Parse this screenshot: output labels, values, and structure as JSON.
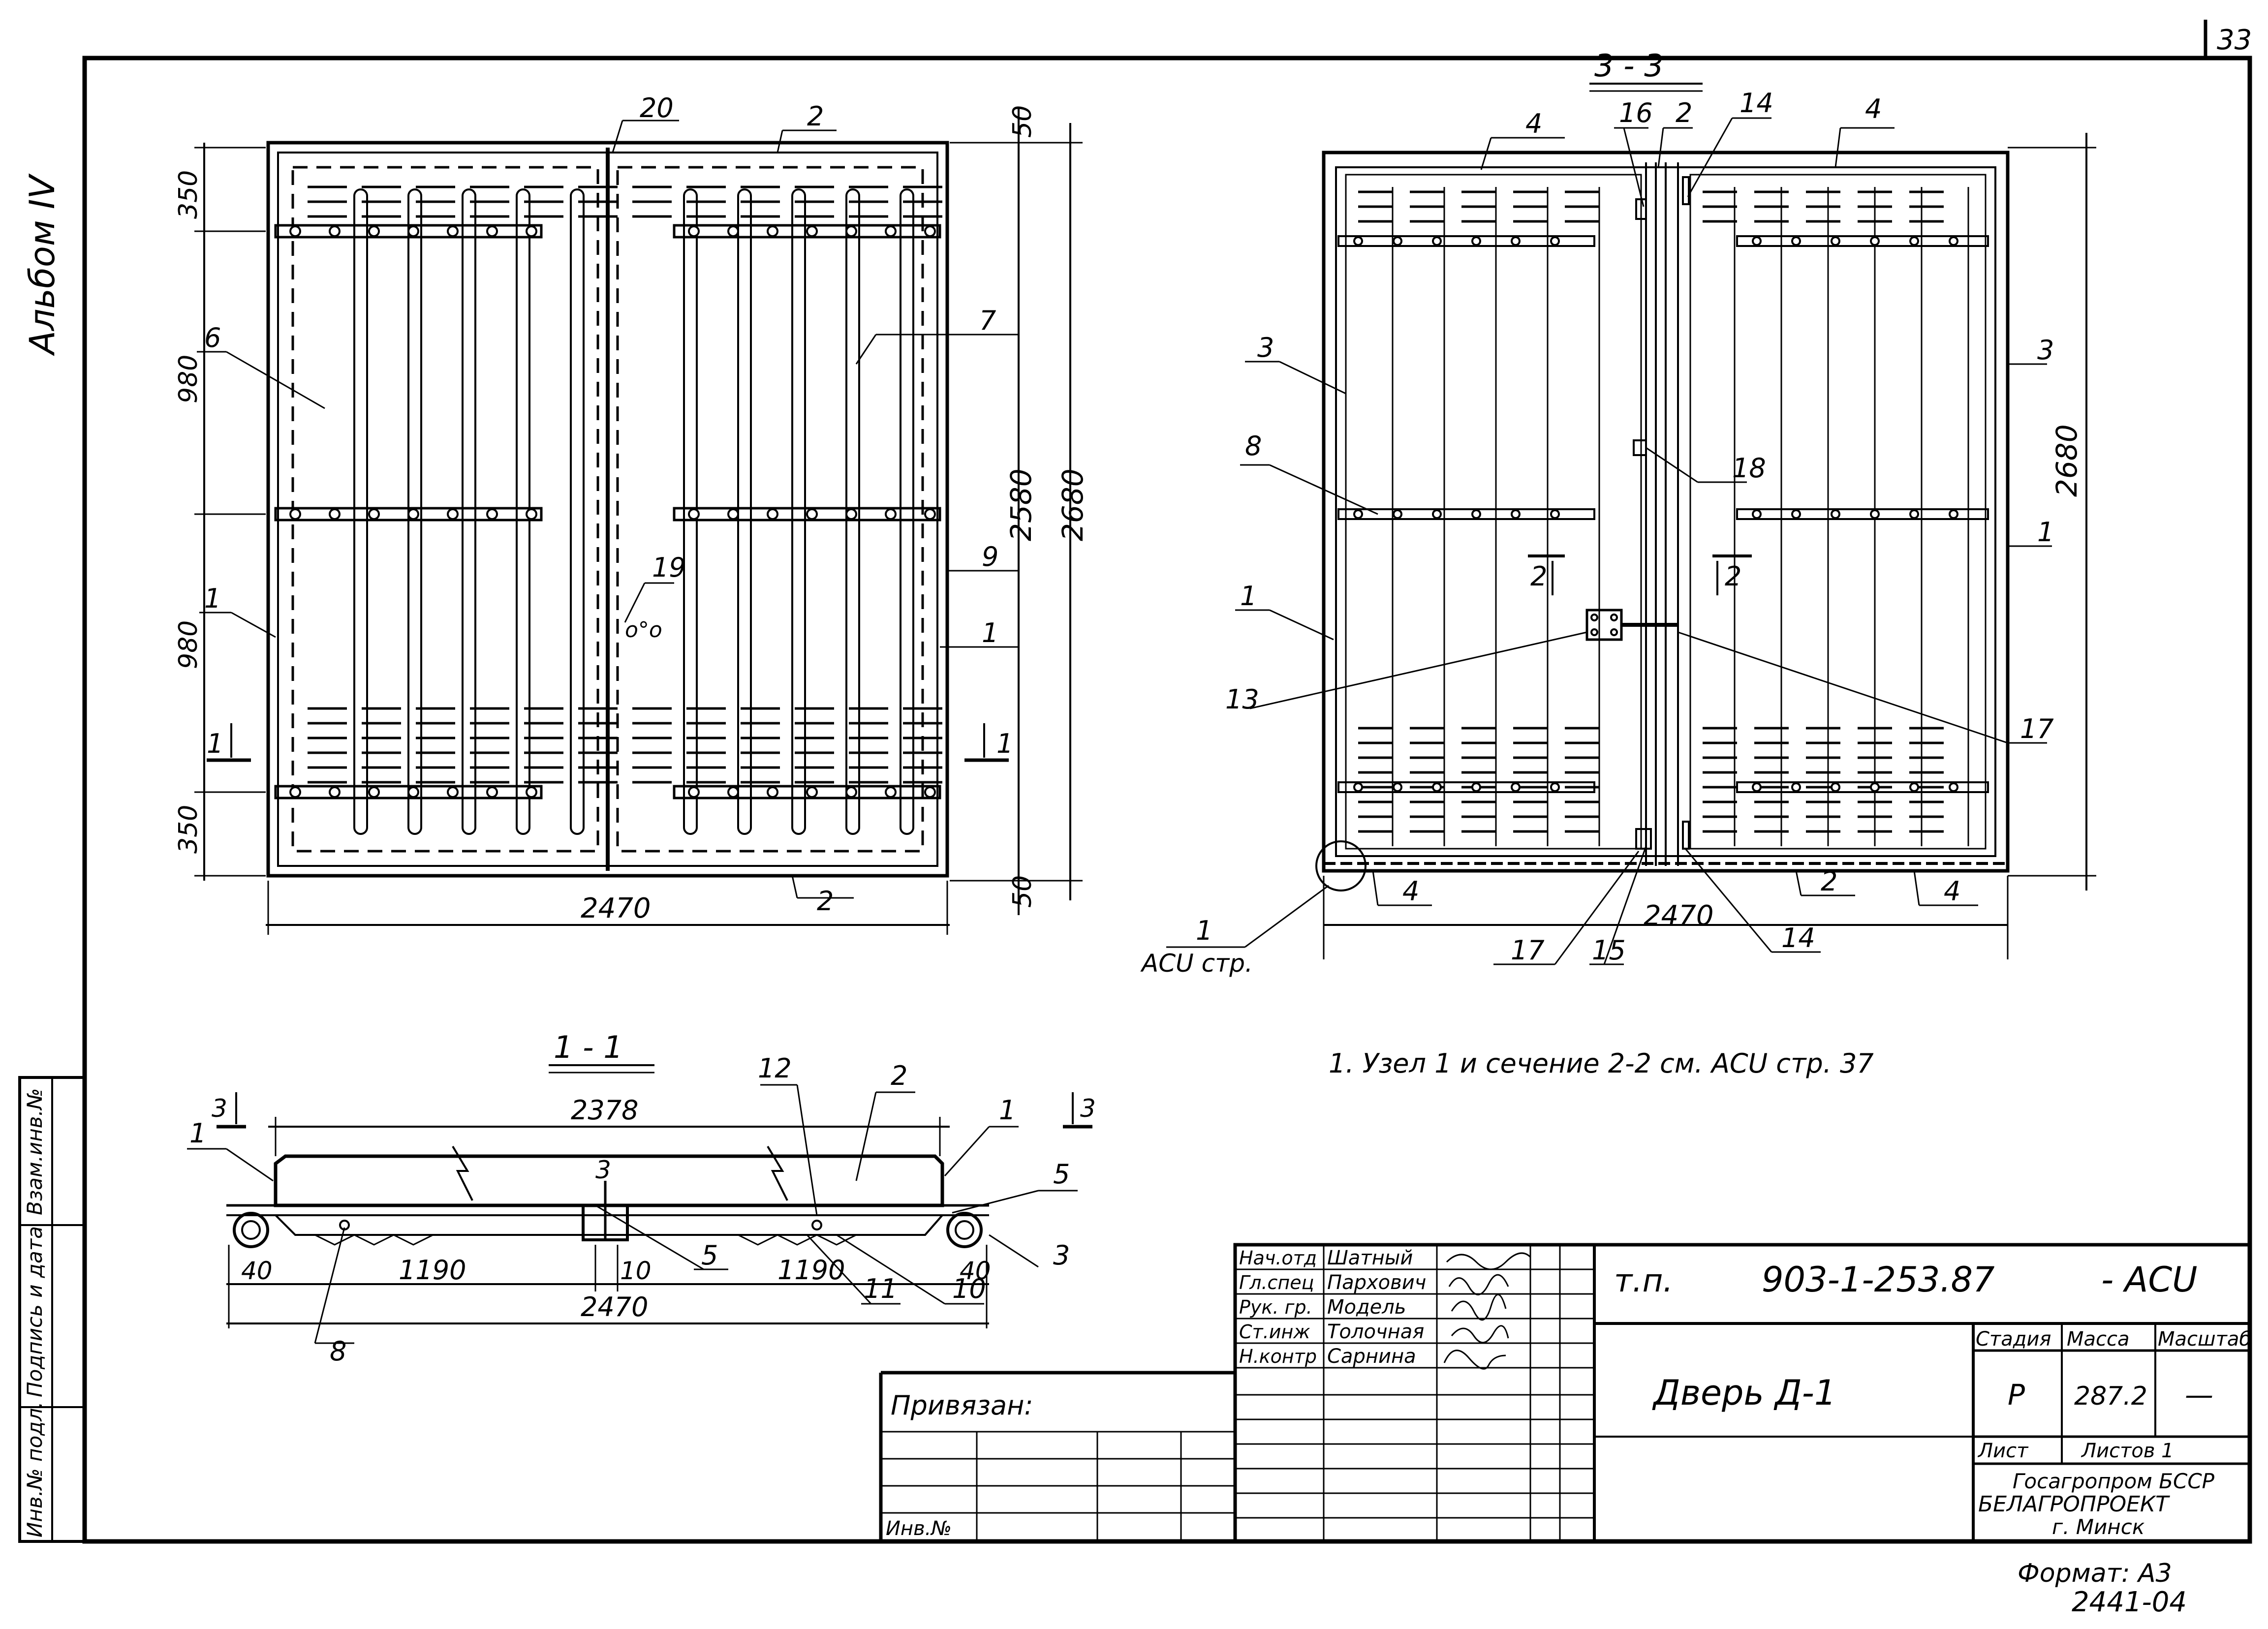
{
  "sheet_number": "33",
  "album": "Альбом IV",
  "view_main": {
    "dim_top": "50",
    "dim_350_top": "350",
    "dim_980_a": "980",
    "dim_980_b": "980",
    "dim_350_bottom": "350",
    "dim_bottom": "50",
    "dim_2580": "2580",
    "dim_2680": "2680",
    "dim_width": "2470",
    "labels": [
      "20",
      "2",
      "6",
      "7",
      "1",
      "9",
      "19",
      "1",
      "2"
    ],
    "section_mark": "1"
  },
  "view_33": {
    "title": "3 - 3",
    "labels": [
      "4",
      "16",
      "2",
      "14",
      "4",
      "3",
      "3",
      "8",
      "18",
      "1",
      "1",
      "2",
      "2",
      "13",
      "17",
      "4",
      "2",
      "4",
      "17",
      "15",
      "14"
    ],
    "dim_2680": "2680",
    "dim_width": "2470",
    "node_ref_1": "1",
    "node_ref_2": "АСU стр."
  },
  "section_11": {
    "title": "1 - 1",
    "dim_2378": "2378",
    "dim_1190_a": "1190",
    "dim_1190_b": "1190",
    "dim_40_a": "40",
    "dim_10": "10",
    "dim_40_b": "40",
    "dim_2470": "2470",
    "labels": [
      "1",
      "12",
      "2",
      "1",
      "5",
      "3",
      "5",
      "11",
      "10",
      "8",
      "3",
      "3",
      "3"
    ]
  },
  "note": "1. Узел 1 и сечение 2-2 см. АСU стр. 37",
  "title_block": {
    "roles": [
      "Нач.отд",
      "Гл.спец",
      "Рук. гр.",
      "Ст.инж",
      "Н.контр"
    ],
    "names": [
      "Шатный",
      "Пархович",
      "Модель",
      "Толочная",
      "Сарнина"
    ],
    "code_prefix": "т.п.",
    "code": "903-1-253.87",
    "code_suffix": "- АСU",
    "title": "Дверь Д-1",
    "col_headers": [
      "Стадия",
      "Масса",
      "Масштаб"
    ],
    "stage": "Р",
    "mass": "287.2",
    "scale": "—",
    "sheet_label": "Лист",
    "sheets_label": "Листов 1",
    "org_1": "Госагропром БССР",
    "org_2": "БЕЛАГРОПРОЕКТ",
    "org_3": "г. Минск",
    "privyazan": "Привязан:",
    "inv_no": "Инв.№"
  },
  "side_stamp": [
    "Инв.№ подл.",
    "Подпись и дата",
    "Взам.инв.№"
  ],
  "format": "Формат: А3",
  "drawing_id": "2441-04"
}
